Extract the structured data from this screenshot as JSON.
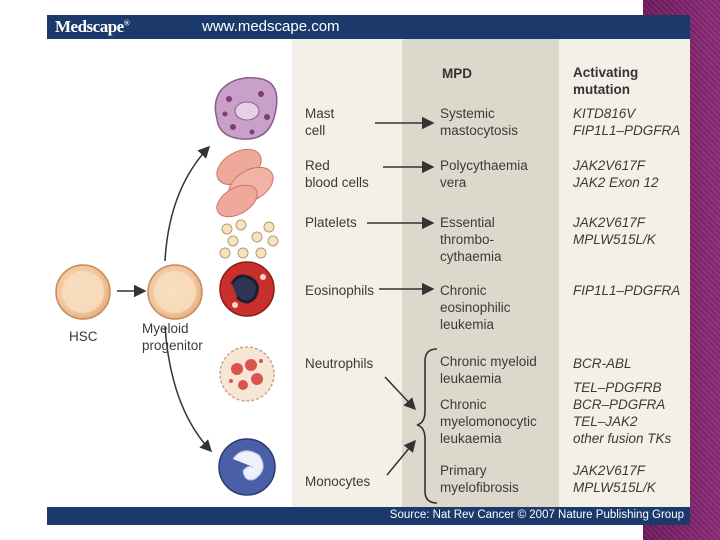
{
  "header": {
    "logo": "Medscape",
    "logo_mark": "®",
    "url": "www.medscape.com"
  },
  "footer": {
    "source": "Source: Nat Rev Cancer © 2007 Nature Publishing Group"
  },
  "lineage": {
    "hsc": "HSC",
    "progenitor": "Myeloid\nprogenitor"
  },
  "columns": {
    "mpd_header": "MPD",
    "mutation_header": "Activating\nmutation"
  },
  "rows": [
    {
      "cell": "Mast\ncell",
      "disease": "Systemic\nmastocytosis",
      "mutation": "KITD816V\nFIP1L1–PDGFRA"
    },
    {
      "cell": "Red\nblood cells",
      "disease": "Polycythaemia\nvera",
      "mutation": "JAK2V617F\nJAK2 Exon 12"
    },
    {
      "cell": "Platelets",
      "disease": "Essential\nthrombo-\ncythaemia",
      "mutation": "JAK2V617F\nMPLW515L/K"
    },
    {
      "cell": "Eosinophils",
      "disease": "Chronic\neosinophilic\nleukemia",
      "mutation": "FIP1L1–PDGFRA"
    },
    {
      "cell": "Neutrophils",
      "disease": "Chronic myeloid\nleukaemia",
      "mutation": "BCR-ABL"
    },
    {
      "cell": "",
      "disease": "Chronic\nmyelomonocytic\nleukaemia",
      "mutation": "TEL–PDGFRB\nBCR–PDGFRA\nTEL–JAK2\nother fusion TKs"
    },
    {
      "cell": "Monocytes",
      "disease": "Primary\nmyelofibrosis",
      "mutation": "JAK2V617F\nMPLW515L/K"
    }
  ],
  "colors": {
    "bar": "#1b3a6b",
    "band": "#7a2268",
    "panel": "#f3f0e7",
    "mpd_column": "#dcd9cc"
  }
}
